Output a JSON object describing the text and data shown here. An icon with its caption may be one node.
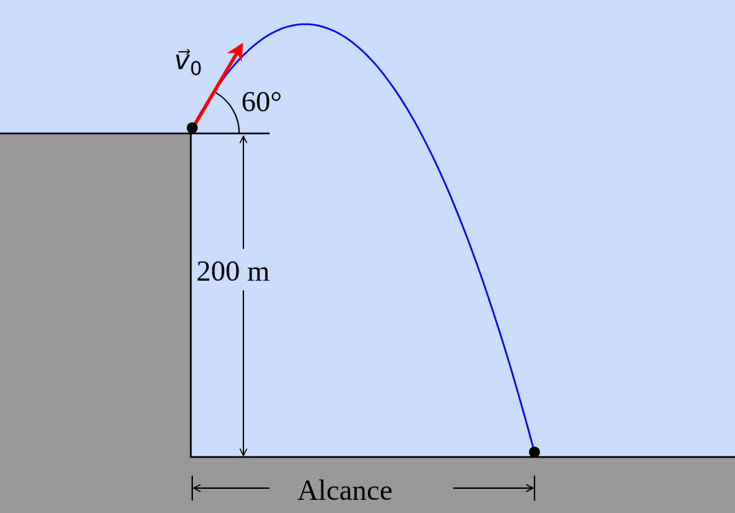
{
  "diagram": {
    "nodes": [
      {
        "text": [],
        "shape": "circle"
      },
      {
        "text": [],
        "shape": "circle"
      }
    ],
    "edges": [
      {
        "from": 0,
        "to": 1,
        "arrow": "none"
      }
    ],
    "labels": [
      "v⃗$_{0}$",
      "60°",
      "200 m",
      "Alcance"
    ]
  }
}
